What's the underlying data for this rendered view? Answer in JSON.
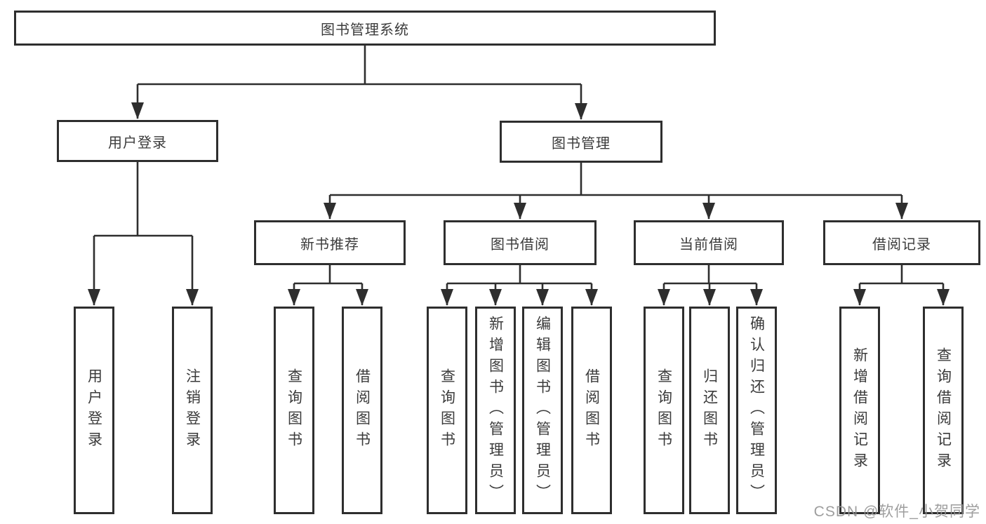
{
  "colors": {
    "line": "#2e2e2e",
    "box_border": "#2e2e2e",
    "text": "#3b3b3b",
    "background": "#ffffff",
    "watermark": "#949494"
  },
  "nodes": {
    "root": {
      "label": "图书管理系统"
    },
    "level2": [
      {
        "label": "用户登录"
      },
      {
        "label": "图书管理"
      }
    ],
    "level3": [
      {
        "label": "新书推荐"
      },
      {
        "label": "图书借阅"
      },
      {
        "label": "当前借阅"
      },
      {
        "label": "借阅记录"
      }
    ],
    "leaves": [
      {
        "label": "用户登录"
      },
      {
        "label": "注销登录"
      },
      {
        "label": "查询图书"
      },
      {
        "label": "借阅图书"
      },
      {
        "label": "查询图书"
      },
      {
        "label": "新增图书（管理员）"
      },
      {
        "label": "编辑图书（管理员）"
      },
      {
        "label": "借阅图书"
      },
      {
        "label": "查询图书"
      },
      {
        "label": "归还图书"
      },
      {
        "label": "确认归还（管理员）"
      },
      {
        "label": "新增借阅记录"
      },
      {
        "label": "查询借阅记录"
      }
    ]
  },
  "watermark": {
    "text": "CSDN @软件_小贺同学"
  }
}
